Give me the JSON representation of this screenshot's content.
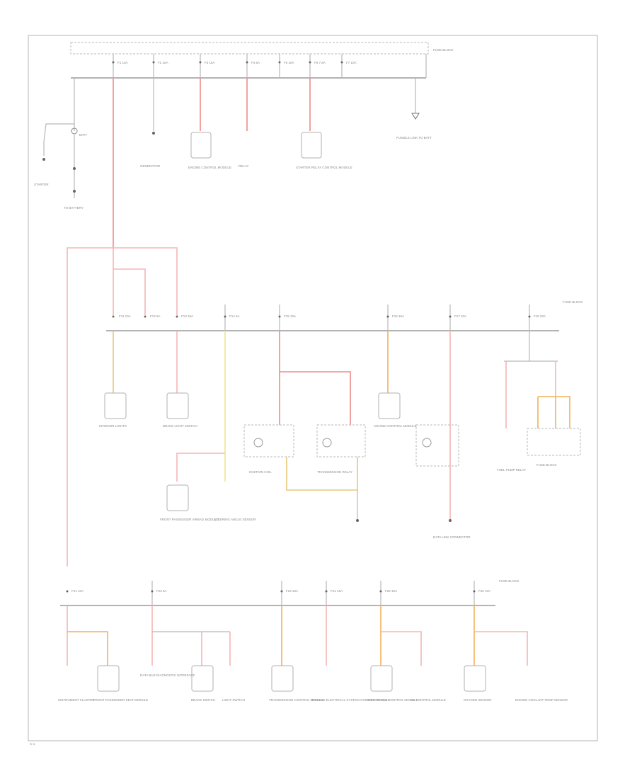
{
  "diagram": {
    "border_color": "#b5b5b5",
    "wire_colors": {
      "red": "#f08a8a",
      "pink": "#f5b5b5",
      "yellow": "#f0e48a",
      "orange": "#f2b05a",
      "tan": "#e8c878"
    },
    "fuse_box_labels": [
      "FUSE BLOCK",
      "FUSE BLOCK",
      "FUSE BLOCK"
    ],
    "top_fuses": [
      "F1 10A",
      "F2 10A",
      "F3 15A",
      "F4 5A",
      "F5 10A",
      "F6 7.5A",
      "F7 10A"
    ],
    "top_loads": [
      "GENERATOR",
      "ENGINE CONTROL MODULE",
      "RELAY",
      "STARTER RELAY CONTROL MODULE",
      "FUSIBLE LINK TO BATT"
    ],
    "battery_labels": [
      "BATT",
      "STARTER",
      "TO BATTERY"
    ],
    "middle_fuses": [
      "F11 10A",
      "F12 5A",
      "F13 15A",
      "F14 5A",
      "F15 10A",
      "F16 15A",
      "F17 10A",
      "F18 20A"
    ],
    "middle_loads": [
      "INTERIOR LIGHTS",
      "BRAKE LIGHT SWITCH",
      "FRONT PASSENGER AIRBAG MODULE",
      "STEERING ANGLE SENSOR",
      "IGNITION COIL",
      "TRANSMISSION RELAY",
      "CRUISE CONTROL MODULE",
      "DATA LINK CONNECTOR",
      "FUEL PUMP RELAY",
      "FUSE BLOCK"
    ],
    "bottom_fuses": [
      "F21 10A",
      "F22 5A",
      "F23 10A",
      "F24 15A",
      "F25 10A",
      "F26 10A"
    ],
    "bottom_loads": [
      "INSTRUMENT CLUSTER",
      "FRONT PASSENGER SEAT MODULE",
      "DATA BUS DIAGNOSTIC INTERFACE",
      "BRAKE SWITCH",
      "LIGHT SWITCH",
      "TRANSMISSION CONTROL MODULE",
      "VEHICLE ELECTRICAL SYSTEM CONTROL MODULE",
      "ELECTRONIC CONTROL MODULE",
      "AC CONTROL MODULE",
      "OXYGEN SENSOR",
      "ENGINE COOLANT TEMP SENSOR"
    ],
    "footer_code": "C-1"
  }
}
